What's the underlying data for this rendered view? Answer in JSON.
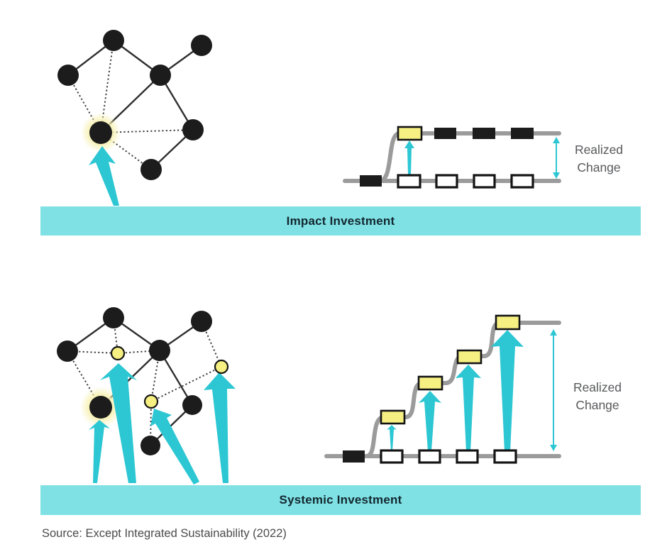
{
  "figure": {
    "description_labels": {
      "realized_change": "Realized Change"
    }
  },
  "panels": [
    {
      "banner_label": "Impact Investment",
      "realized_change_label": "Realized Change"
    },
    {
      "banner_label": "Systemic Investment",
      "realized_change_label": "Realized Change"
    }
  ],
  "source_label": "Source: Except Integrated Sustainability (2022)",
  "colors": {
    "cyan": "#2cc7d3",
    "banner_bg": "#7fe1e4",
    "banner_text": "#13272f",
    "yellow": "#f6f083",
    "halo_core": "#f3eda2",
    "halo_glow": "#f7f1b4",
    "track_gray": "#9b9b9b",
    "edge_solid": "#2e2e2e",
    "edge_dotted": "#424242",
    "node_black": "#1c1c1c",
    "box_border": "#141414",
    "label_gray": "#58595b",
    "source_gray": "#4b4b4b"
  }
}
